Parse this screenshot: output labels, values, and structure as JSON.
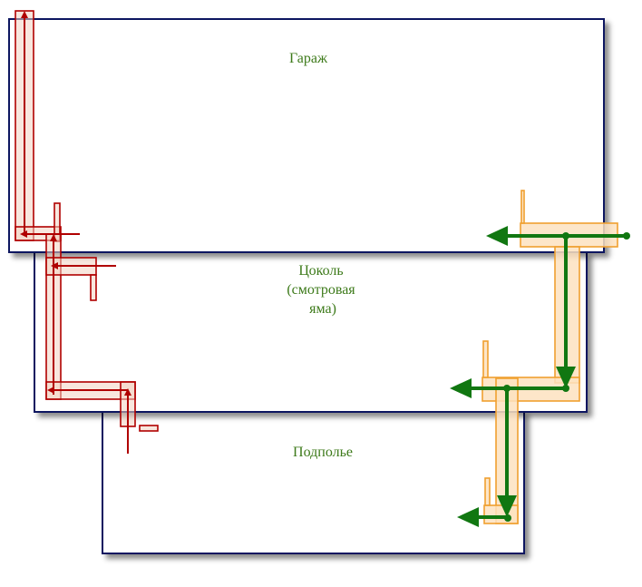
{
  "rooms": {
    "garage": {
      "label_lines": [
        "Гараж"
      ]
    },
    "basement": {
      "label_lines": [
        "Цоколь",
        "(смотровая",
        "яма)"
      ]
    },
    "underfloor": {
      "label_lines": [
        "Подполье"
      ]
    }
  },
  "colors": {
    "room_border": "#0d1260",
    "room_fill": "#ffffff",
    "label_text": "#3d7a1a",
    "supply_duct": "#b00000",
    "supply_duct_fill": "#f3d3c2",
    "exhaust_duct": "#f0a030",
    "exhaust_duct_fill": "#fde2c0",
    "exhaust_flow": "#117711"
  }
}
